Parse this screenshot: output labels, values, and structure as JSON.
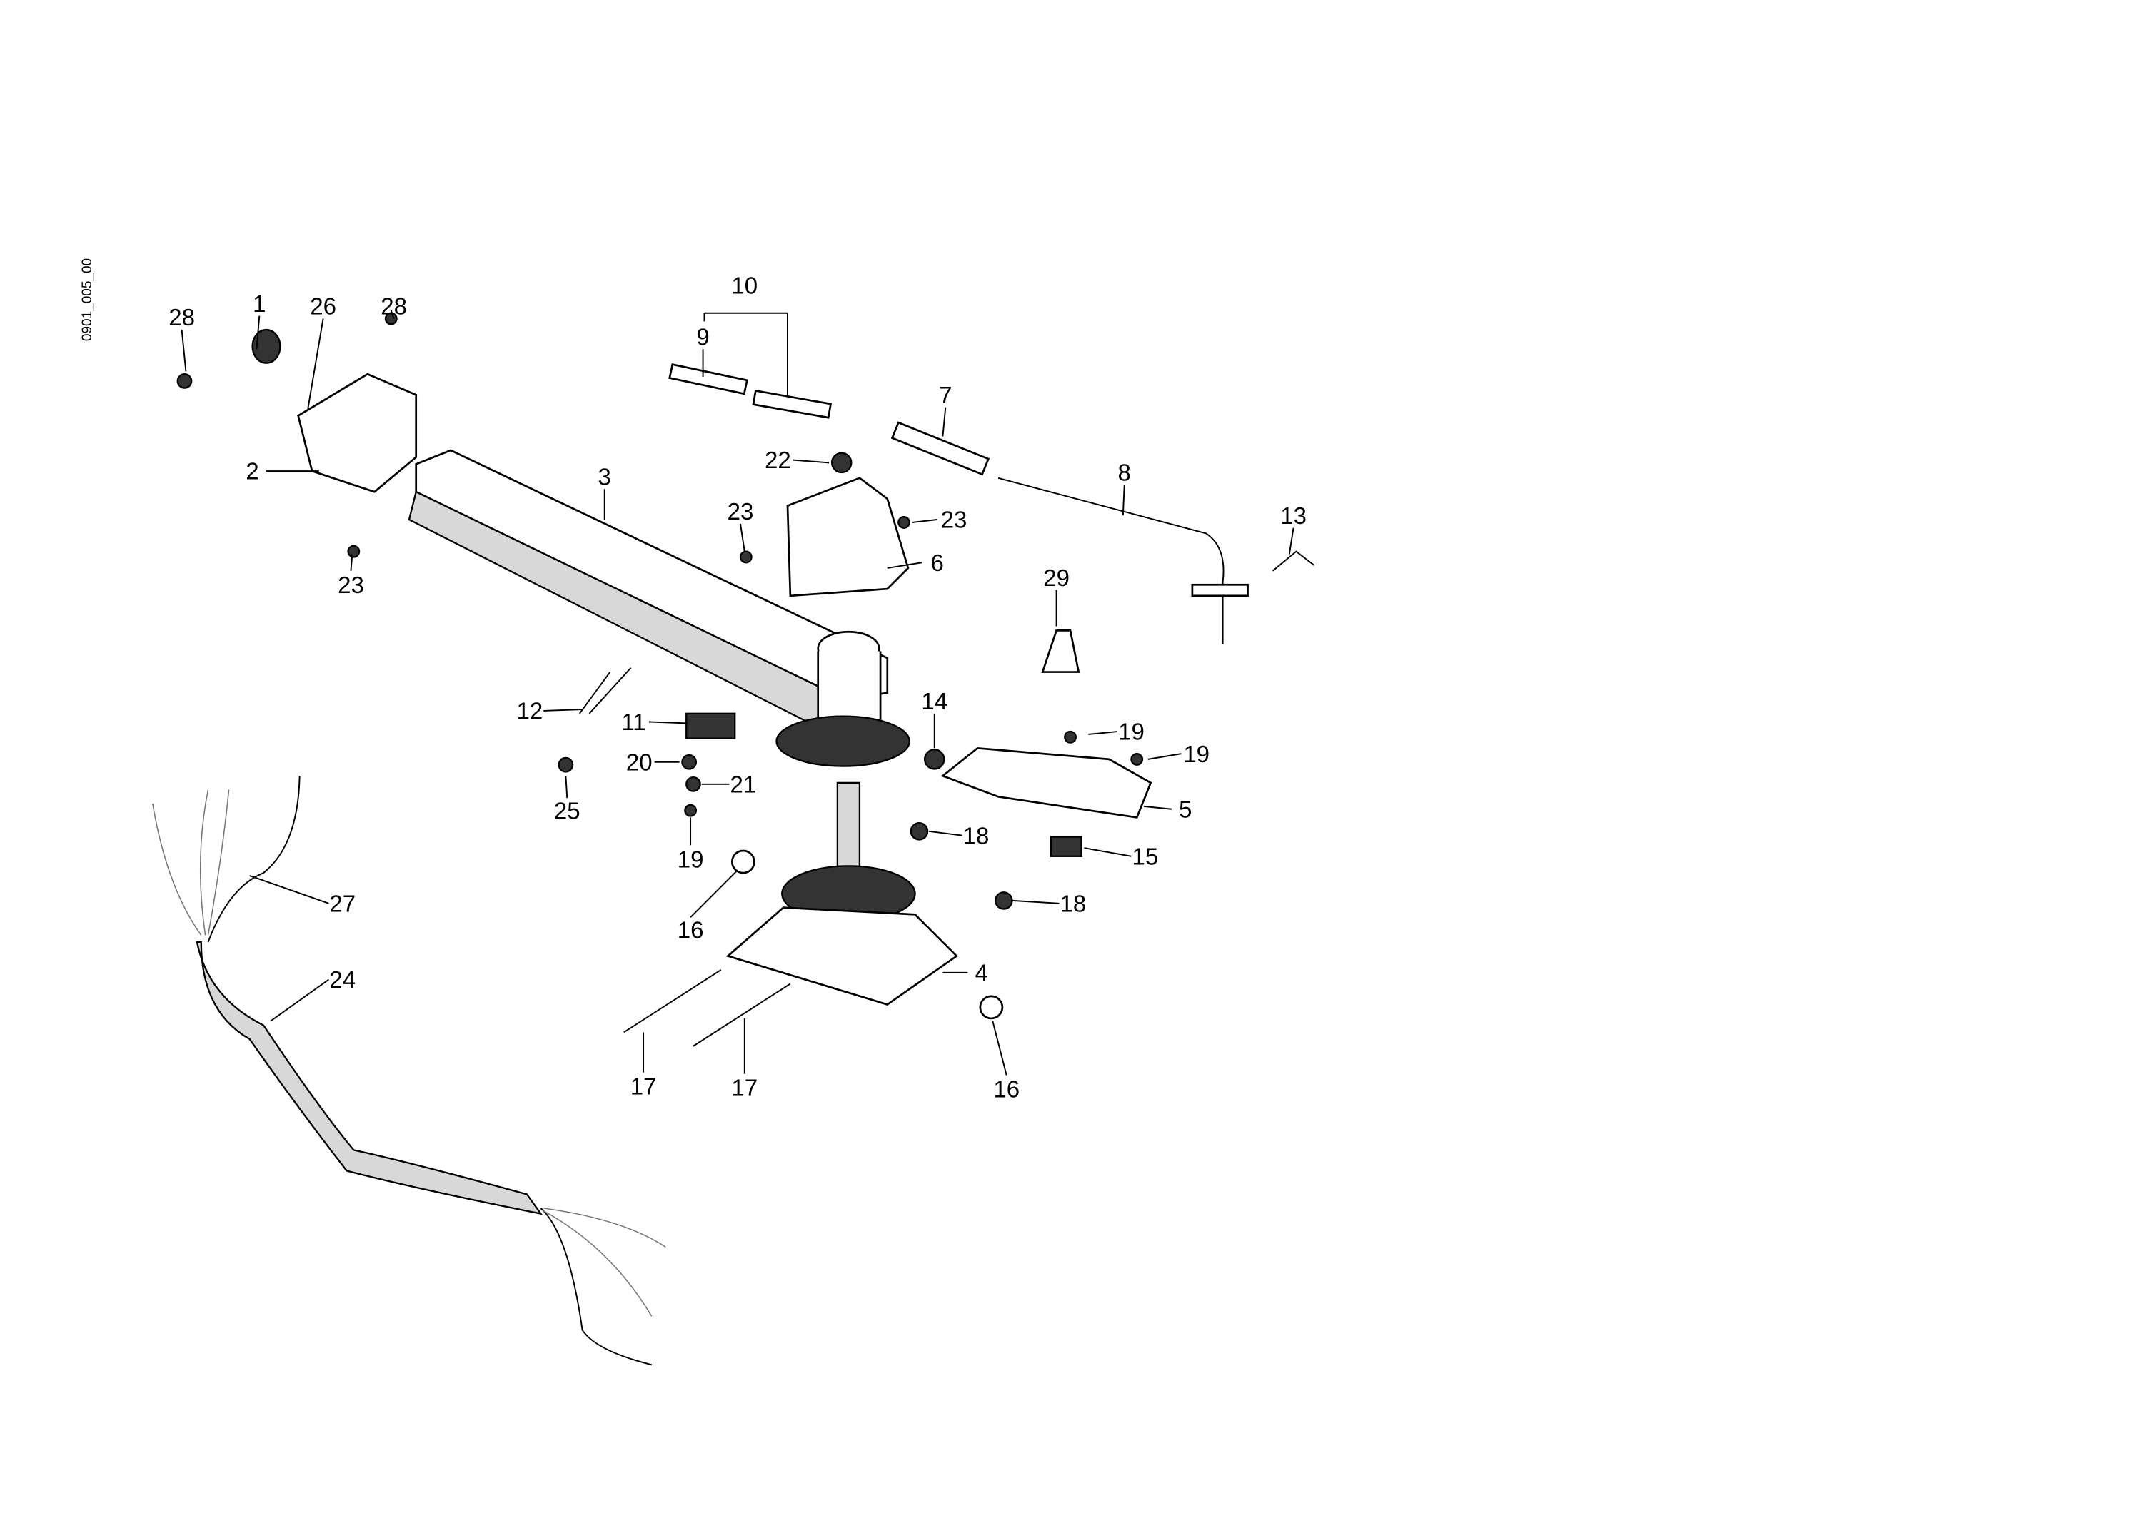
{
  "drawing_id": "0901_005_00",
  "callouts": [
    "1",
    "26",
    "28",
    "28",
    "10",
    "9",
    "7",
    "22",
    "2",
    "3",
    "8",
    "23",
    "23",
    "13",
    "6",
    "23",
    "29",
    "14",
    "19",
    "19",
    "12",
    "11",
    "20",
    "21",
    "5",
    "25",
    "18",
    "15",
    "19",
    "27",
    "18",
    "16",
    "24",
    "4",
    "17",
    "17",
    "16"
  ]
}
